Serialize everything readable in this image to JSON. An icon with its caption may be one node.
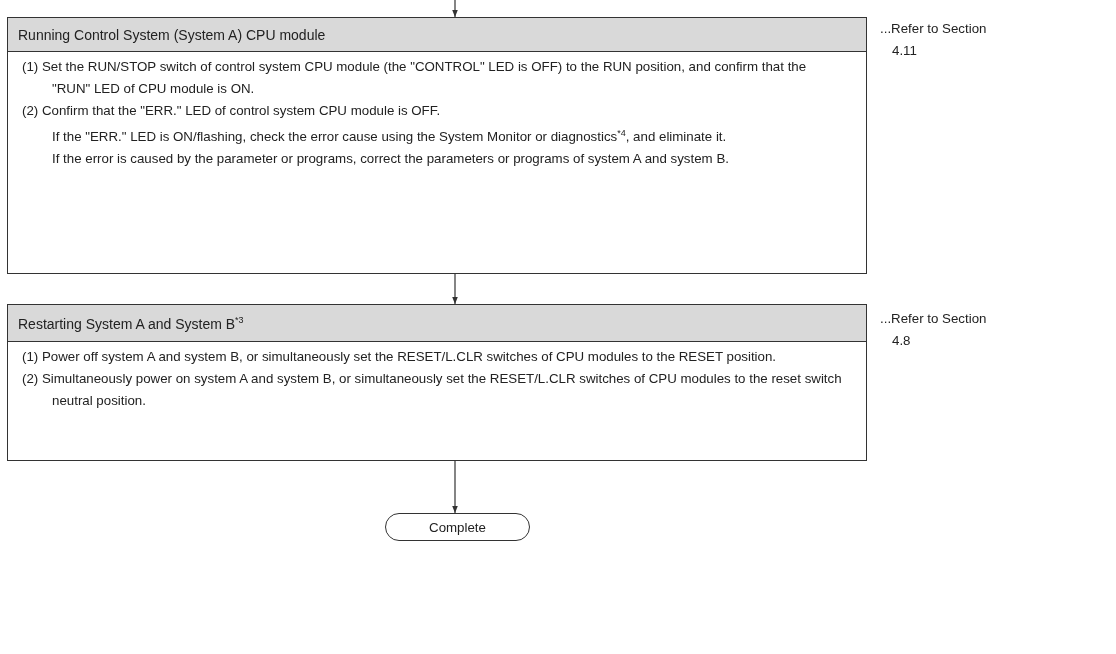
{
  "diagram": {
    "nodes": [
      {
        "text": [
          "Running Control System (System A) CPU module",
          "(1)  Set the RUN/STOP switch of control system CPU module (the \"CONTROL\" LED is OFF) to the RUN position, and confirm that the \"RUN\" LED of CPU module is ON.",
          "(2)  Confirm that the \"ERR.\" LED of control system CPU module is OFF.",
          "If the \"ERR.\" LED is ON/flashing, check the error cause using the System Monitor or diagnostics$^{*4}$, and eliminate it.",
          "If the error is caused by the parameter or programs, correct the parameters or programs of system A and system B."
        ],
        "beside": [
          "...Refer to Section 4.11"
        ]
      },
      {
        "text": [
          "Restarting System A and System B$^{*3}$",
          "(1)  Power off  system A and system B, or simultaneously set the RESET/L.CLR switches of CPU modules to the RESET position.",
          "(2)  Simultaneously power on system A and system B, or simultaneously set the RESET/L.CLR switches of CPU modules to the reset switch neutral position."
        ],
        "beside": [
          "...Refer to Section 4.8"
        ]
      },
      {
        "text": [
          "Complete"
        ]
      }
    ],
    "edges": [
      {
        "from": null,
        "to": 0,
        "arrow": "to"
      },
      {
        "from": 0,
        "to": 1,
        "arrow": "to"
      },
      {
        "from": 1,
        "to": 2,
        "arrow": "to"
      }
    ]
  }
}
